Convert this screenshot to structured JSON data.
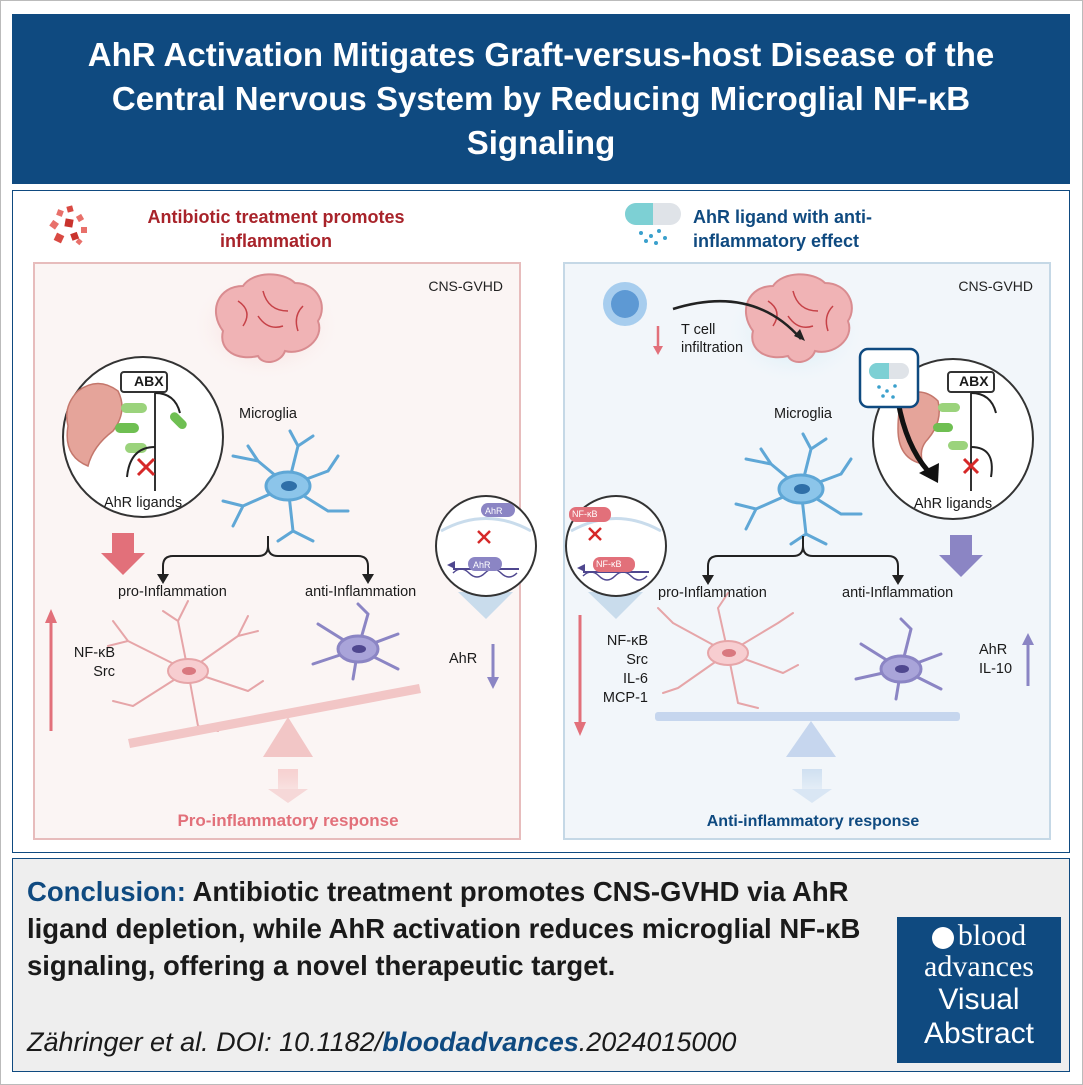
{
  "title": "AhR Activation Mitigates Graft-versus-host Disease of the Central Nervous System by Reducing Microglial NF-κB Signaling",
  "left_panel": {
    "header": "Antibiotic treatment promotes inflammation",
    "cns_label": "CNS-GVHD",
    "abx_label": "ABX",
    "ahr_ligands": "AhR ligands",
    "microglia": "Microglia",
    "pro_inflammation": "pro-Inflammation",
    "anti_inflammation": "anti-Inflammation",
    "markers_up": [
      "NF-κB",
      "Src"
    ],
    "marker_down": "AhR",
    "inset_ahr": "AhR",
    "response": "Pro-inflammatory response"
  },
  "right_panel": {
    "header": "AhR ligand with anti-inflammatory effect",
    "cns_label": "CNS-GVHD",
    "t_cell": "T cell infiltration",
    "abx_label": "ABX",
    "ahr_ligands": "AhR ligands",
    "microglia": "Microglia",
    "pro_inflammation": "pro-Inflammation",
    "anti_inflammation": "anti-Inflammation",
    "markers_down": [
      "NF-κB",
      "Src",
      "IL-6",
      "MCP-1"
    ],
    "markers_up": [
      "AhR",
      "IL-10"
    ],
    "inset_nfkb": "NF-κB",
    "response": "Anti-inflammatory response"
  },
  "conclusion": {
    "label": "Conclusion:",
    "text": "Antibiotic treatment promotes CNS-GVHD via AhR ligand depletion, while AhR activation reduces microglial NF-κB signaling, offering a novel therapeutic target."
  },
  "citation": {
    "prefix": "Zähringer et al. DOI: 10.1182/",
    "journal": "bloodadvances",
    "suffix": ".2024015000"
  },
  "badge": {
    "line1": "blood",
    "line2": "advances",
    "line3": "Visual",
    "line4": "Abstract"
  },
  "colors": {
    "brand_blue": "#0f4a80",
    "inflammation_red": "#a8232a",
    "pro_pink": "#e38a8d",
    "anti_purple": "#8b85c4",
    "microglia_blue": "#5fa7d6"
  }
}
